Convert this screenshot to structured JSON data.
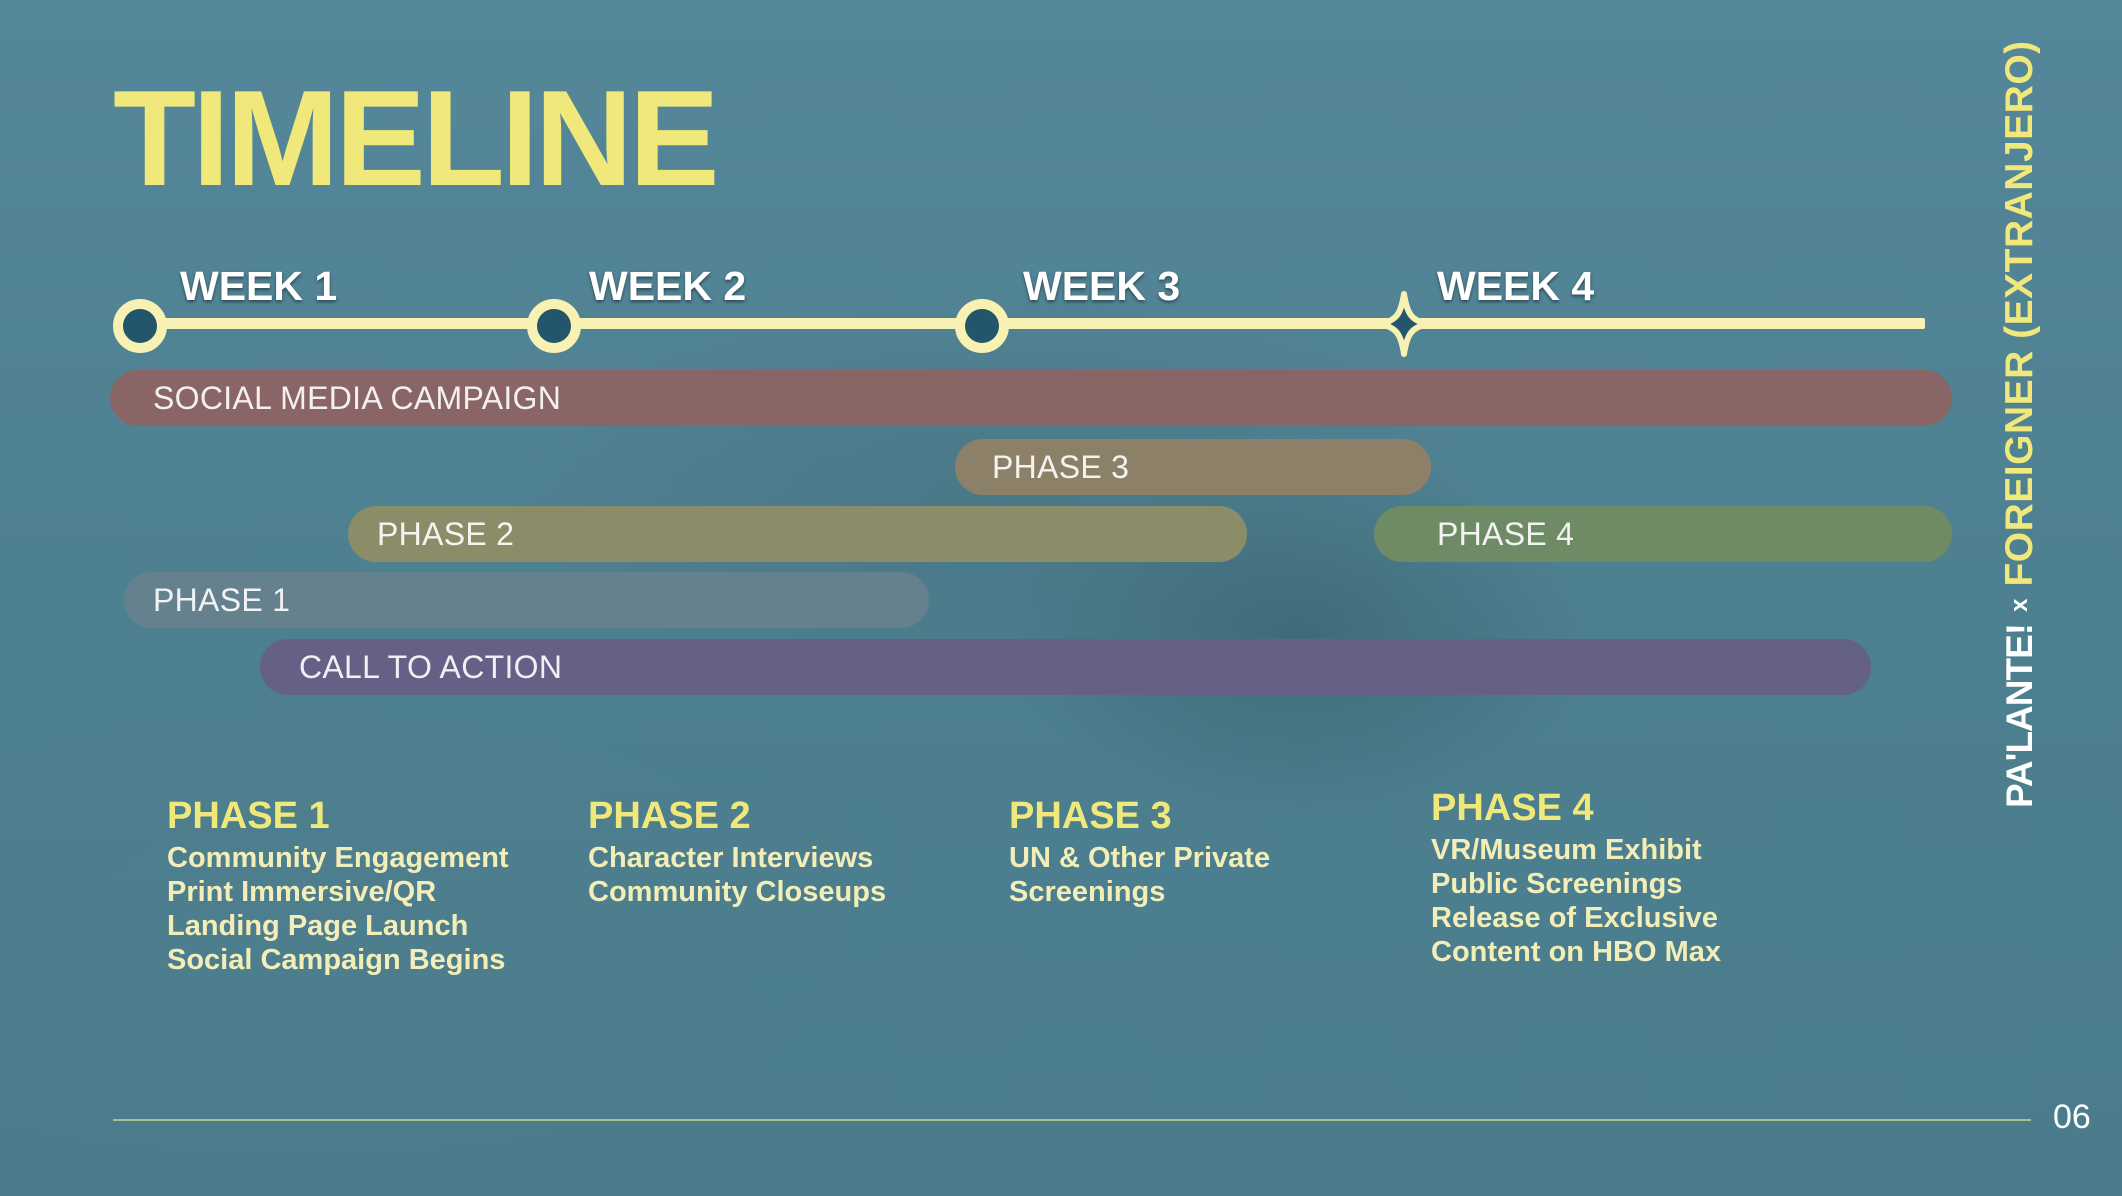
{
  "slide": {
    "title": "TIMELINE",
    "page_number": "06"
  },
  "timeline": {
    "weeks": [
      "WEEK 1",
      "WEEK 2",
      "WEEK 3",
      "WEEK 4"
    ]
  },
  "bars": [
    {
      "label": "SOCIAL MEDIA CAMPAIGN",
      "color": "#8a6566"
    },
    {
      "label": "PHASE 3",
      "color": "#8d8069"
    },
    {
      "label": "PHASE 2",
      "color": "#8b8d68"
    },
    {
      "label": "PHASE 4",
      "color": "#6e8b66"
    },
    {
      "label": "PHASE 1",
      "color": "#65818d"
    },
    {
      "label": "CALL TO ACTION",
      "color": "#646086"
    }
  ],
  "phases": [
    {
      "heading": "PHASE 1",
      "lines": [
        "Community Engagement",
        "Print Immersive/QR",
        "Landing Page Launch",
        "Social Campaign Begins"
      ]
    },
    {
      "heading": "PHASE 2",
      "lines": [
        "Character Interviews",
        "Community Closeups"
      ]
    },
    {
      "heading": "PHASE 3",
      "lines": [
        "UN & Other Private",
        "Screenings"
      ]
    },
    {
      "heading": "PHASE 4",
      "lines": [
        "VR/Museum Exhibit",
        "Public Screenings",
        "Release of Exclusive",
        "Content on HBO Max"
      ]
    }
  ],
  "brand": {
    "palante": "PA'LANTE!",
    "separator": "x",
    "foreigner": "FOREIGNER (EXTRANJERO)"
  },
  "colors": {
    "background": "#4f8190",
    "title_yellow": "#f0e87a",
    "axis": "#f7f1b4",
    "node_fill": "#23566b"
  }
}
